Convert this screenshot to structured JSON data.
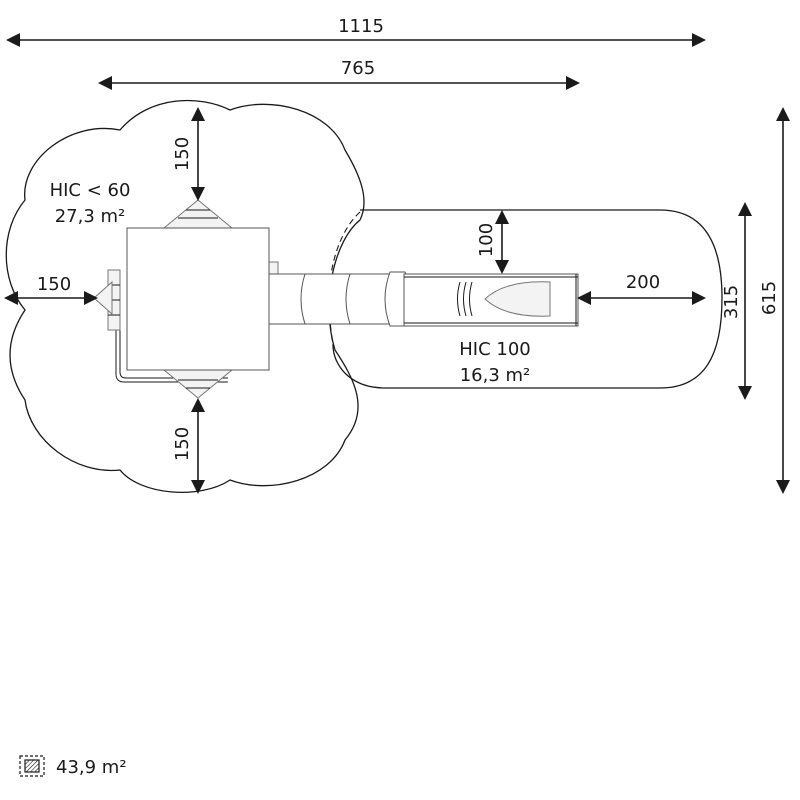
{
  "dimensions": {
    "overall_length": "1115",
    "platform_to_slide_length": "765",
    "tower_top_clearance": "150",
    "tower_left_clearance": "150",
    "tower_bottom_clearance": "150",
    "slide_side_clearance": "100",
    "slide_exit_clearance": "200",
    "slide_zone_width": "315",
    "overall_width": "615"
  },
  "zones": {
    "tower": {
      "hic": "HIC < 60",
      "area": "27,3 m²"
    },
    "slide": {
      "hic": "HIC 100",
      "area": "16,3 m²"
    }
  },
  "legend": {
    "icon": "hatched-area-icon",
    "total_area": "43,9 m²"
  }
}
